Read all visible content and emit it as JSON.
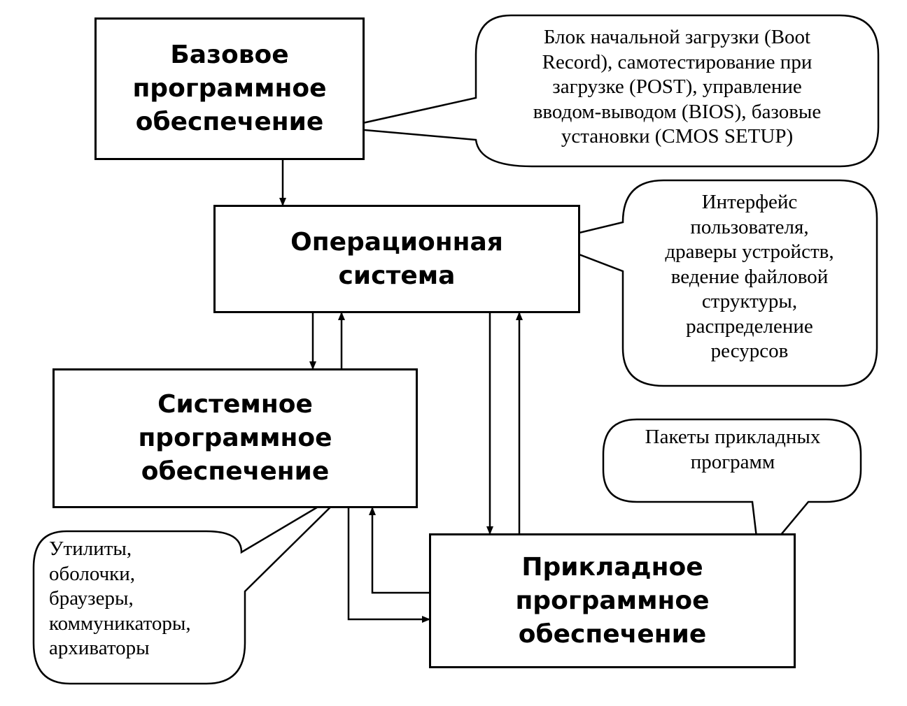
{
  "boxes": {
    "base_software": [
      "Базовое",
      "программное",
      "обеспечение"
    ],
    "operating_system": [
      "Операционная",
      "система"
    ],
    "system_software": [
      "Системное",
      "программное",
      "обеспечение"
    ],
    "application_software": [
      "Прикладное",
      "программное",
      "обеспечение"
    ]
  },
  "callouts": {
    "base_software_note": [
      "Блок начальной загрузки (Boot",
      "Record), самотестирование при",
      "загрузке (POST), управление",
      "вводом-выводом (BIOS), базовые",
      "установки (CMOS SETUP)"
    ],
    "os_note": [
      "Интерфейс",
      "пользователя,",
      "драверы устройств,",
      "ведение файловой",
      "структуры,",
      "распределение",
      "ресурсов"
    ],
    "system_software_note": [
      "Утилиты,",
      "оболочки,",
      "браузеры,",
      "коммуникаторы,",
      "архиваторы"
    ],
    "application_software_note": [
      "Пакеты прикладных",
      "программ"
    ]
  }
}
